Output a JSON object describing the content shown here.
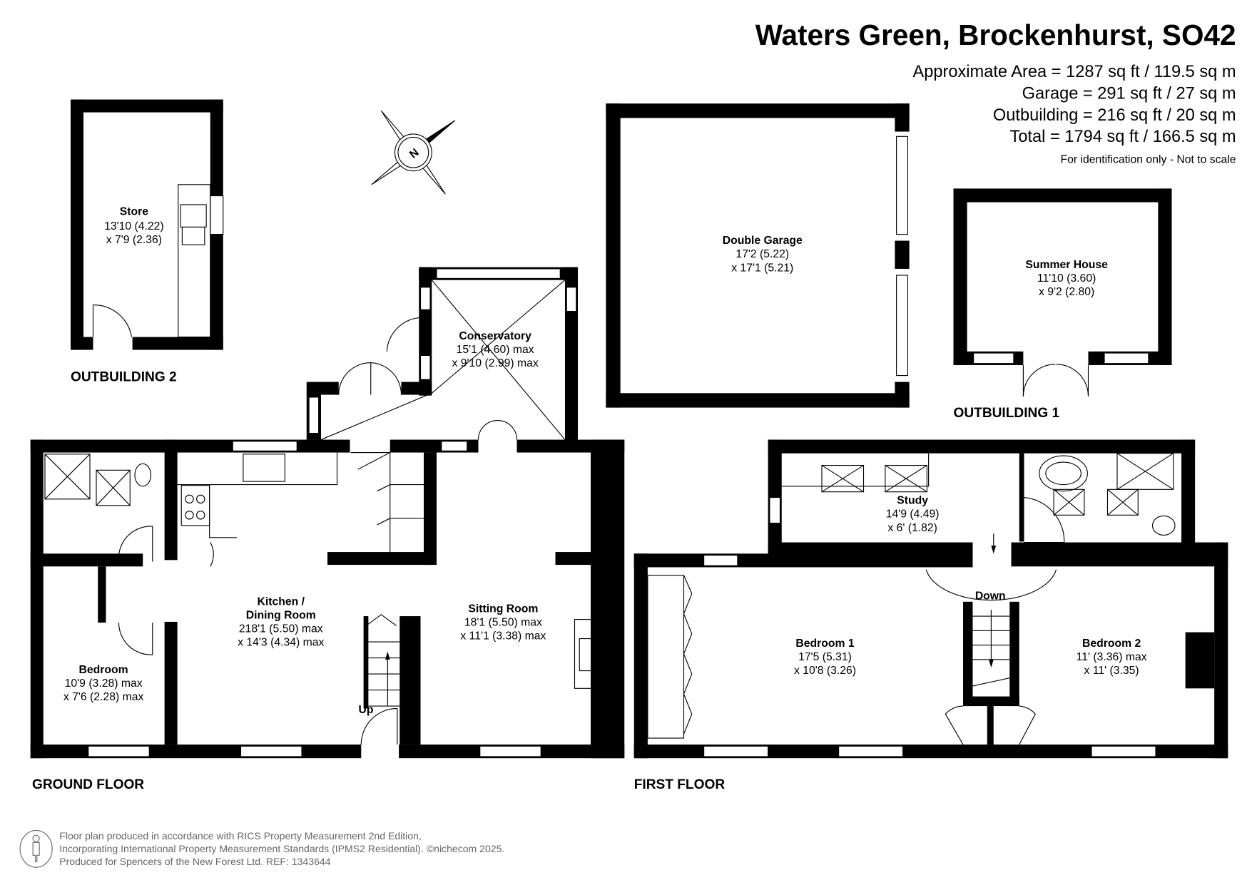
{
  "header": {
    "title": "Waters Green, Brockenhurst, SO42",
    "areas": [
      "Approximate Area = 1287 sq ft / 119.5 sq m",
      "Garage = 291 sq ft / 27 sq m",
      "Outbuilding = 216 sq ft / 20 sq m",
      "Total = 1794 sq ft / 166.5 sq m"
    ],
    "note": "For identification only - Not to scale"
  },
  "compass": {
    "label": "N"
  },
  "floors": {
    "ground": "GROUND FLOOR",
    "first": "FIRST FLOOR",
    "outbuilding1": "OUTBUILDING 1",
    "outbuilding2": "OUTBUILDING 2"
  },
  "rooms": {
    "store": {
      "name": "Store",
      "dim1": "13'10 (4.22)",
      "dim2": "x 7'9 (2.36)"
    },
    "conservatory": {
      "name": "Conservatory",
      "dim1": "15'1 (4.60) max",
      "dim2": "x 9'10 (2.99) max"
    },
    "garage": {
      "name": "Double Garage",
      "dim1": "17'2 (5.22)",
      "dim2": "x 17'1 (5.21)"
    },
    "summer_house": {
      "name": "Summer House",
      "dim1": "11'10 (3.60)",
      "dim2": "x 9'2 (2.80)"
    },
    "kitchen": {
      "name1": "Kitchen /",
      "name2": "Dining Room",
      "dim1": "218'1 (5.50) max",
      "dim2": "x 14'3 (4.34) max"
    },
    "sitting": {
      "name": "Sitting Room",
      "dim1": "18'1 (5.50) max",
      "dim2": "x 11'1 (3.38) max"
    },
    "bedroom_ground": {
      "name": "Bedroom",
      "dim1": "10'9 (3.28) max",
      "dim2": "x 7'6 (2.28) max"
    },
    "study": {
      "name": "Study",
      "dim1": "14'9 (4.49)",
      "dim2": "x 6' (1.82)"
    },
    "bedroom1": {
      "name": "Bedroom 1",
      "dim1": "17'5 (5.31)",
      "dim2": "x 10'8 (3.26)"
    },
    "bedroom2": {
      "name": "Bedroom 2",
      "dim1": "11' (3.36) max",
      "dim2": "x 11' (3.35)"
    }
  },
  "stairs": {
    "up": "Up",
    "down": "Down"
  },
  "footer": {
    "line1": "Floor plan produced in accordance with RICS Property Measurement 2nd Edition,",
    "line2": "Incorporating International Property Measurement Standards (IPMS2 Residential).   ©nichecom 2025.",
    "line3": "Produced for Spencers of the New Forest Ltd.   REF:  1343644"
  }
}
